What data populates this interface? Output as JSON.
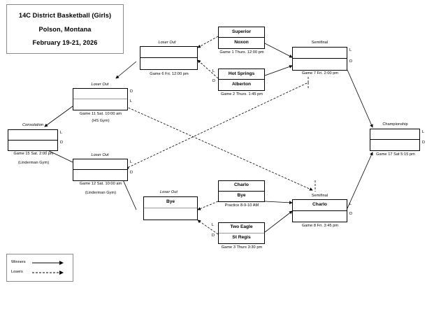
{
  "title": {
    "line1": "14C District Basketball (Girls)",
    "line2": "Polson, Montana",
    "line3": "February 19-21, 2026"
  },
  "legend": {
    "winners": "Winners",
    "losers": "Losers"
  },
  "markers": {
    "L": "L",
    "D": "D"
  },
  "games": {
    "game1": {
      "header": "",
      "top": "Superior",
      "bottom": "Noxon",
      "caption": "Game 1 Thurs. 12:00 pm"
    },
    "game2": {
      "header": "",
      "top": "Hot Springs",
      "bottom": "Alberton",
      "caption": "Game 2 Thurs. 1:45 pm"
    },
    "game6": {
      "header": "Loser Out",
      "top": "",
      "bottom": "",
      "caption": "Game 6 Fri. 12:00 pm"
    },
    "game7": {
      "header": "Semifinal",
      "top": "",
      "bottom": "",
      "caption": "Game 7 Fri. 2:00 pm"
    },
    "game11": {
      "header": "Loser Out",
      "top": "",
      "bottom": "",
      "caption": "Game 11 Sat. 10:00 am",
      "caption2": "(HS Gym)"
    },
    "game12": {
      "header": "Loser Out",
      "top": "",
      "bottom": "",
      "caption": "Game 12 Sat. 10:00 am",
      "caption2": "(Linderman Gym)"
    },
    "game15": {
      "header": "Consolation",
      "top": "",
      "bottom": "",
      "caption": "Game 15 Sat. 2:00 pm",
      "caption2": "(Linderman Gym)"
    },
    "game17": {
      "header": "Championship",
      "top": "",
      "bottom": "",
      "caption": "Game 17 Sat 5:15 pm"
    },
    "practice": {
      "header": "",
      "top": "Charlo",
      "bottom": "Bye",
      "caption": "Practice 8-9-10 AM"
    },
    "game3": {
      "header": "",
      "top": "Two Eagle",
      "bottom": "St Regis",
      "caption": "Game 3 Thurs 3:30 pm"
    },
    "game13": {
      "header": "Loser Out",
      "top": "Bye",
      "bottom": "",
      "caption": ""
    },
    "game8": {
      "header": "Semifinal",
      "top": "Charlo",
      "bottom": "",
      "caption": "Game 8 Fri. 3:45 pm"
    }
  }
}
